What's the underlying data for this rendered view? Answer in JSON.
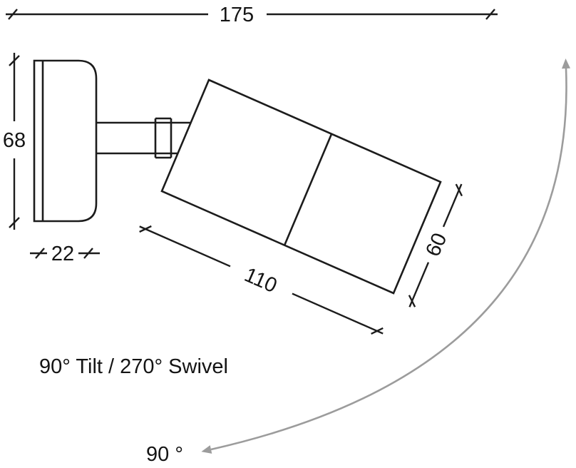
{
  "diagram": {
    "dimensions": {
      "overall_width": "175",
      "backplate_height": "68",
      "backplate_depth": "22",
      "head_length": "110",
      "head_diameter": "60"
    },
    "annotations": {
      "tilt_swivel_note": "90° Tilt / 270° Swivel",
      "swivel_angle_label": "90 °"
    },
    "colors": {
      "line": "#1c1c1c",
      "arrow": "#9c9c9c",
      "background": "#ffffff"
    }
  }
}
